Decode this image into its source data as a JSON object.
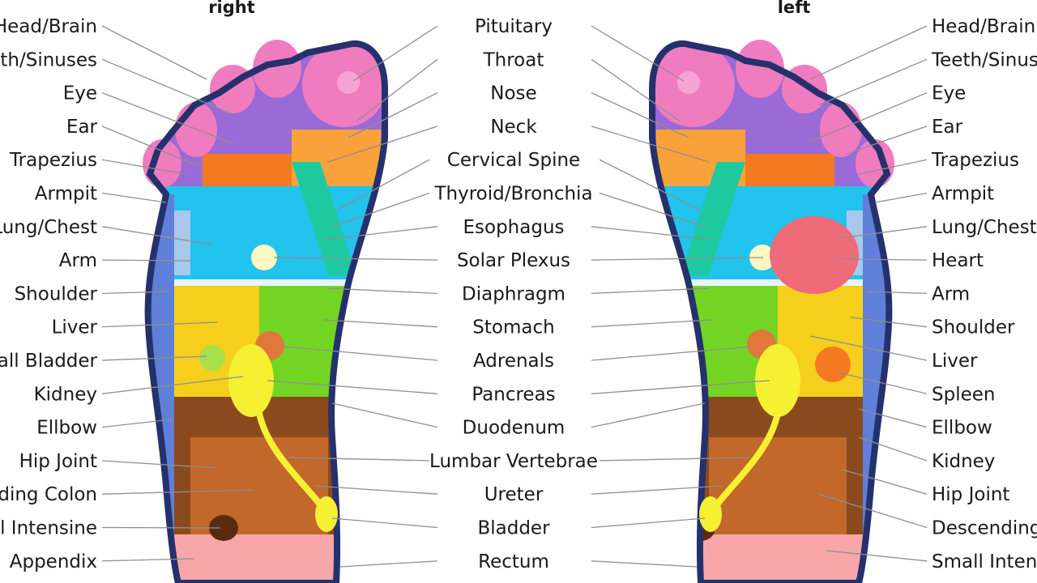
{
  "titles": {
    "right": "right",
    "left": "left"
  },
  "right_labels": [
    "Head/Brain",
    "Teeth/Sinuses",
    "Eye",
    "Ear",
    "Trapezius",
    "Armpit",
    "Lung/Chest",
    "Arm",
    "Shoulder",
    "Liver",
    "Gall Bladder",
    "Kidney",
    "Ellbow",
    "Hip Joint",
    "Ascending Colon",
    "Small Intensine",
    "Appendix"
  ],
  "center_labels": [
    "Pituitary",
    "Throat",
    "Nose",
    "Neck",
    "Cervical Spine",
    "Thyroid/Bronchia",
    "Esophagus",
    "Solar Plexus",
    "Diaphragm",
    "Stomach",
    "Adrenals",
    "Pancreas",
    "Duodenum",
    "Lumbar Vertebrae",
    "Ureter",
    "Bladder",
    "Rectum"
  ],
  "left_labels": [
    "Head/Brain",
    "Teeth/Sinuses",
    "Eye",
    "Ear",
    "Trapezius",
    "Armpit",
    "Lung/Chest",
    "Heart",
    "Arm",
    "Shoulder",
    "Liver",
    "Spleen",
    "Ellbow",
    "Kidney",
    "Hip Joint",
    "Descending Colon",
    "Small Intensine"
  ],
  "colors": {
    "toe_pink": "#f07cc0",
    "toe_light": "#f6a4d6",
    "toe_purple": "#9a6ad6",
    "orange": "#f47a22",
    "light_orange": "#f9a23b",
    "cyan": "#22c3ec",
    "teal": "#1ec9a0",
    "light_blue": "#a8c8ec",
    "blue_edge": "#5f7fd8",
    "navy": "#25316d",
    "yellow": "#f6cf1c",
    "green": "#74d424",
    "brown": "#8a4a1d",
    "brown_light": "#c1682a",
    "sole_dark": "#6b3512",
    "heel": "#f7a7a7",
    "kidney_yellow": "#f6f032",
    "heart": "#ee6b77"
  }
}
